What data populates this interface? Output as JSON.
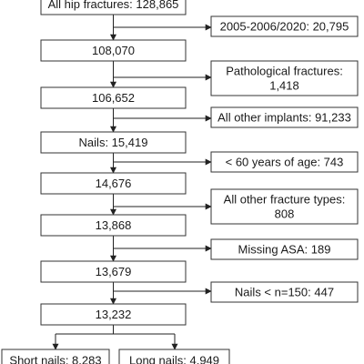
{
  "chart_data": {
    "type": "flowchart",
    "main_steps": [
      {
        "text": "All hip fractures: 128,865"
      },
      {
        "text": "108,070"
      },
      {
        "text": "106,652"
      },
      {
        "text": "Nails: 15,419"
      },
      {
        "text": "14,676"
      },
      {
        "text": "13,868"
      },
      {
        "text": "13,679"
      },
      {
        "text": "13,232"
      }
    ],
    "exclusions": [
      {
        "lines": [
          "2005-2006/2020: 20,795"
        ]
      },
      {
        "lines": [
          "Pathological fractures:",
          "1,418"
        ]
      },
      {
        "lines": [
          "All other implants: 91,233"
        ]
      },
      {
        "lines": [
          "< 60 years of age: 743"
        ]
      },
      {
        "lines": [
          "All other fracture types:",
          "808"
        ]
      },
      {
        "lines": [
          "Missing ASA: 189"
        ]
      },
      {
        "lines": [
          "Nails < n=150: 447"
        ]
      }
    ],
    "outcomes": [
      {
        "text": "Short nails: 8,283"
      },
      {
        "text": "Long nails: 4,949"
      }
    ]
  }
}
